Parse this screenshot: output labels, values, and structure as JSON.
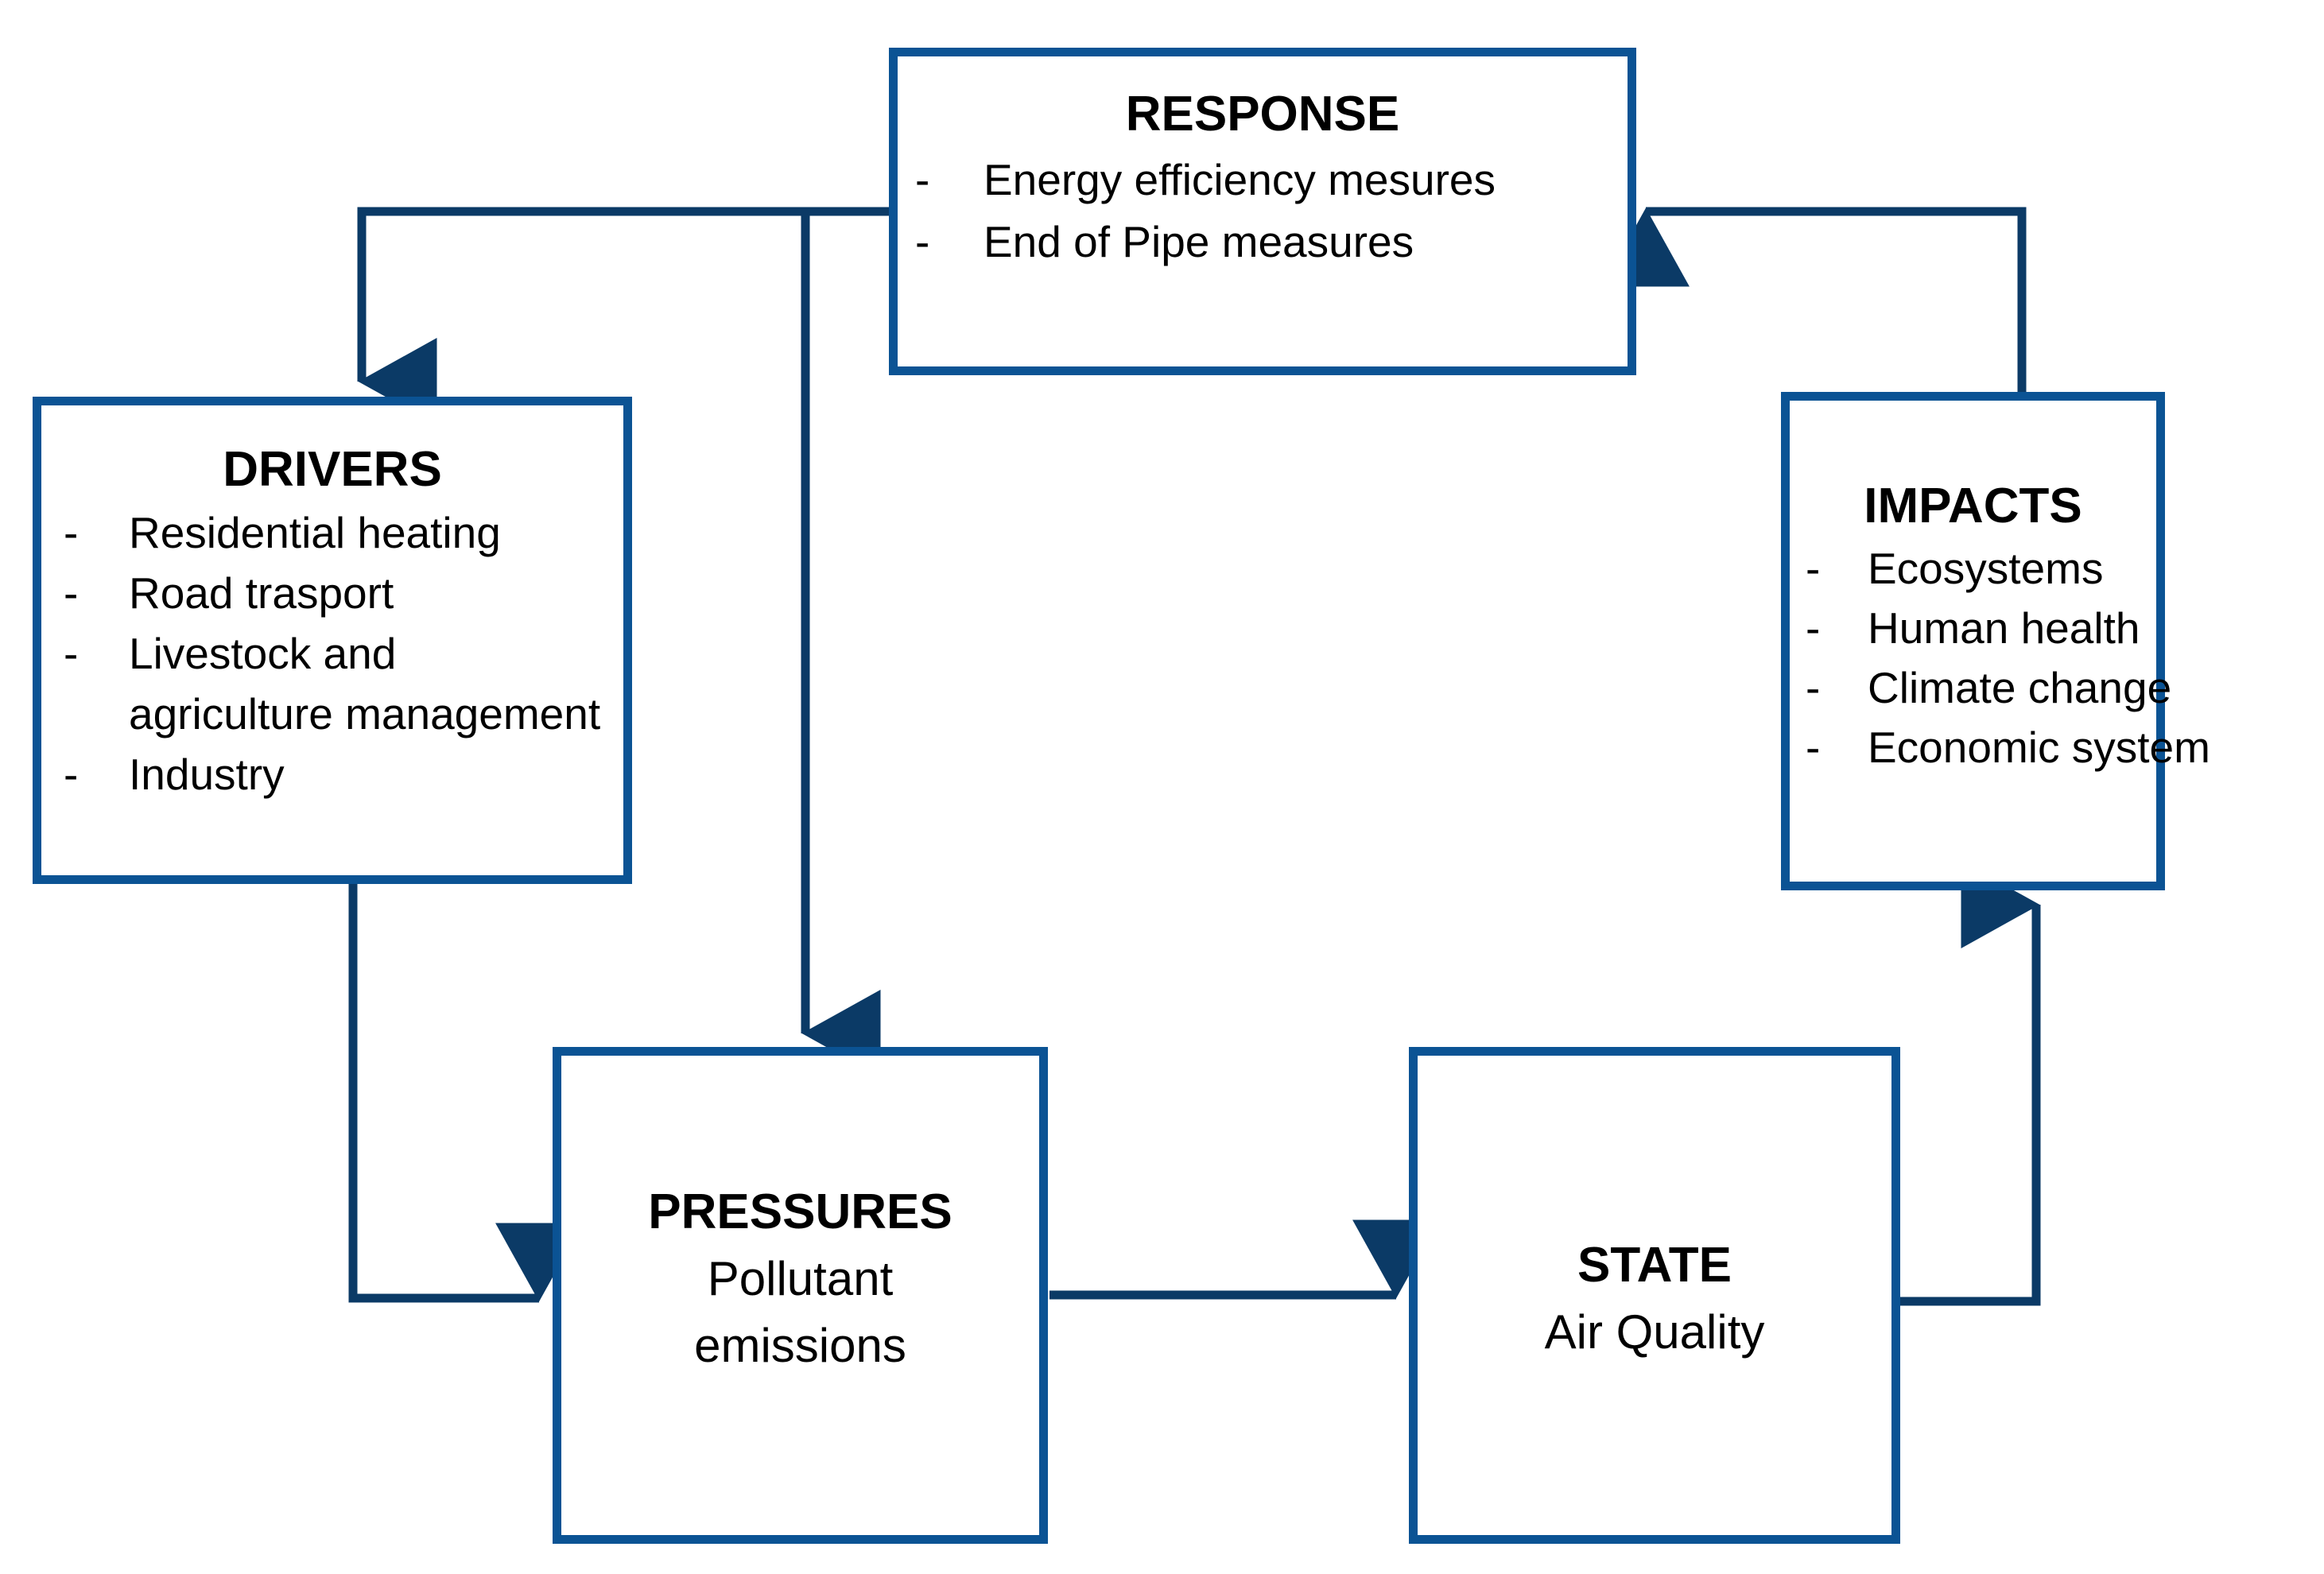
{
  "diagram": {
    "title": "DPSIR framework for air quality",
    "type": "flowchart",
    "colors": {
      "box_border": "#0b5394",
      "arrow": "#0b3a66",
      "text": "#000000",
      "background": "#ffffff"
    },
    "nodes": {
      "response": {
        "title": "RESPONSE",
        "dash": "-",
        "items": [
          "Energy efficiency mesures",
          "End of Pipe measures"
        ]
      },
      "drivers": {
        "title": "DRIVERS",
        "dash": "-",
        "items": [
          "Residential heating",
          "Road trasport",
          "Livestock and agriculture management",
          "Industry"
        ]
      },
      "impacts": {
        "title": "IMPACTS",
        "dash": "-",
        "items": [
          "Ecosystems",
          "Human health",
          "Climate change",
          "Economic system"
        ]
      },
      "pressures": {
        "title": "PRESSURES",
        "subtitle_line1": "Pollutant",
        "subtitle_line2": "emissions"
      },
      "state": {
        "title": "STATE",
        "subtitle_line1": "Air Quality"
      }
    },
    "connections": [
      {
        "name": "response-to-drivers",
        "from": "response",
        "to": "drivers",
        "arrow": "down"
      },
      {
        "name": "response-to-pressures",
        "from": "response",
        "to": "pressures",
        "arrow": "down"
      },
      {
        "name": "drivers-to-pressures",
        "from": "drivers",
        "to": "pressures",
        "arrow": "right"
      },
      {
        "name": "pressures-to-state",
        "from": "pressures",
        "to": "state",
        "arrow": "right"
      },
      {
        "name": "state-to-impacts",
        "from": "state",
        "to": "impacts",
        "arrow": "up"
      },
      {
        "name": "impacts-to-response",
        "from": "impacts",
        "to": "response",
        "arrow": "left"
      }
    ]
  }
}
